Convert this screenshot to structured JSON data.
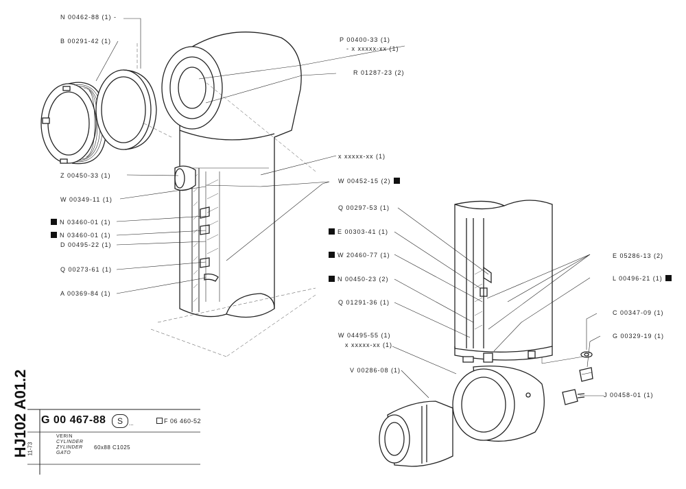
{
  "sheet": {
    "code": "HJ102 A01.2",
    "date": "11-73",
    "part_ref": "G 00 467-88",
    "s_mark": "S",
    "s_suffix": "...",
    "doc_ref": "F 06 460-52",
    "names": [
      "VERIN",
      "CYLINDER",
      "ZYLINDER",
      "GATO"
    ],
    "dimension": "60x88  C1025"
  },
  "labels": [
    {
      "id": "n00462",
      "text": "N 00462-88 (1) -",
      "marker": ""
    },
    {
      "id": "b00291",
      "text": "B 00291-42 (1)",
      "marker": ""
    },
    {
      "id": "p00400",
      "text": "P 00400-33 (1)",
      "marker": ""
    },
    {
      "id": "x1",
      "text": "- x xxxxx-xx (1)",
      "marker": ""
    },
    {
      "id": "r01287",
      "text": "R 01287-23 (2)",
      "marker": ""
    },
    {
      "id": "x2",
      "text": "x xxxxx-xx (1)",
      "marker": ""
    },
    {
      "id": "z00450",
      "text": "Z 00450-33 (1)",
      "marker": ""
    },
    {
      "id": "w00452",
      "text": "W 00452-15 (2)",
      "marker": "right"
    },
    {
      "id": "w00349",
      "text": "W 00349-11 (1)",
      "marker": ""
    },
    {
      "id": "q00297",
      "text": "Q 00297-53 (1)",
      "marker": ""
    },
    {
      "id": "n03460a",
      "text": "N 03460-01 (1)",
      "marker": "left"
    },
    {
      "id": "e00303",
      "text": "E 00303-41 (1)",
      "marker": "left"
    },
    {
      "id": "n03460b",
      "text": "N 03460-01 (1)",
      "marker": "left"
    },
    {
      "id": "d00495",
      "text": "D 00495-22 (1)",
      "marker": ""
    },
    {
      "id": "w20460",
      "text": "W 20460-77 (1)",
      "marker": "left"
    },
    {
      "id": "e05286",
      "text": "E 05286-13 (2)",
      "marker": ""
    },
    {
      "id": "q00273",
      "text": "Q 00273-61 (1)",
      "marker": ""
    },
    {
      "id": "n00450",
      "text": "N 00450-23 (2)",
      "marker": "left"
    },
    {
      "id": "l00496",
      "text": "L 00496-21 (1)",
      "marker": "right"
    },
    {
      "id": "a00369",
      "text": "A 00369-84 (1)",
      "marker": ""
    },
    {
      "id": "q01291",
      "text": "Q 01291-36 (1)",
      "marker": ""
    },
    {
      "id": "c00347",
      "text": "C 00347-09 (1)",
      "marker": ""
    },
    {
      "id": "w04495",
      "text": "W 04495-55 (1)",
      "marker": ""
    },
    {
      "id": "x3",
      "text": "x xxxxx-xx (1)",
      "marker": ""
    },
    {
      "id": "g00329",
      "text": "G 00329-19 (1)",
      "marker": ""
    },
    {
      "id": "v00286",
      "text": "V 00286-08 (1)",
      "marker": ""
    },
    {
      "id": "j00458",
      "text": "J 00458-01 (1)",
      "marker": ""
    }
  ]
}
